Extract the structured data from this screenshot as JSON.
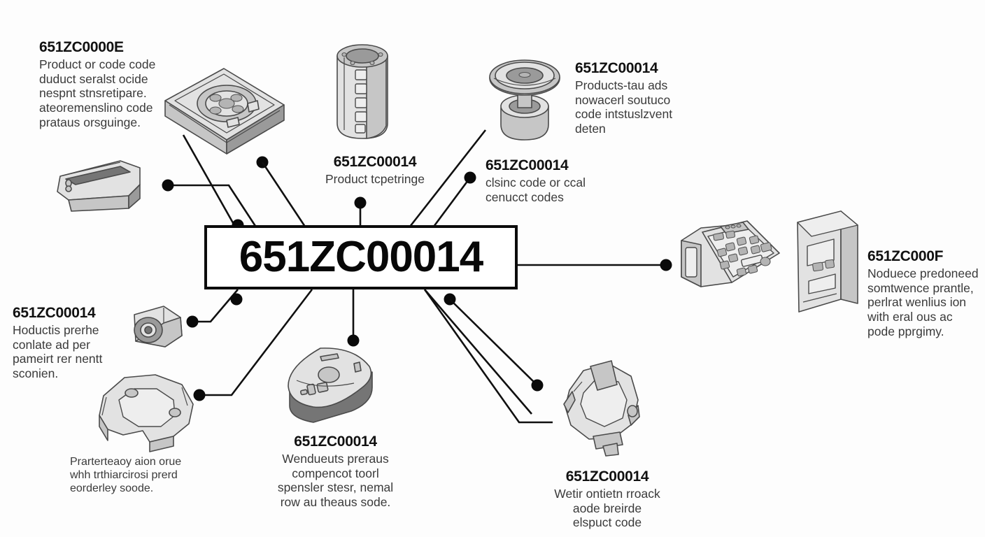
{
  "diagram": {
    "center": {
      "code": "651ZC00014"
    },
    "annotations": [
      {
        "id": "top-left",
        "code": "651ZC0000E",
        "desc": "Product or code code\nduduct seralst ocide\nnespnt stnsretipare.\nateoremenslino code\nprataus orsguinge."
      },
      {
        "id": "top-mid",
        "code": "651ZC00014",
        "desc": "Product tcpetringe"
      },
      {
        "id": "top-mid-right",
        "code": "651ZC00014",
        "desc": "clsinc code or ccal\ncenucct codes"
      },
      {
        "id": "top-right",
        "code": "651ZC00014",
        "desc": "Products-tau ads\nnowacerl soutuco\ncode intstuslzvent\ndeten"
      },
      {
        "id": "left",
        "code": "651ZC00014",
        "desc": "Hoductis prerhe\nconlate ad per\npameirt rer nentt\nsconien."
      },
      {
        "id": "right",
        "code": "651ZC000F",
        "desc": "Noduece predoneed\nsomtwence prantle,\nperlrat wenlius ion\nwith eral ous ac\npode pprgimy."
      },
      {
        "id": "bottom-left",
        "code": "",
        "desc": "Prarterteaoy aion orue\nwhh trthiarcirosi prerd\neorderley soode."
      },
      {
        "id": "bottom-mid",
        "code": "651ZC00014",
        "desc": "Wendueuts preraus\ncompencot toorl\nspensler stesr, nemal\nrow au theaus sode."
      },
      {
        "id": "bottom-right",
        "code": "651ZC00014",
        "desc": "Wetir ontietn rroack\naode breirde\nelspuct code"
      }
    ],
    "parts": [
      {
        "id": "card-reader-slot",
        "name": "card-reader-part"
      },
      {
        "id": "tray-module",
        "name": "tray-module-part"
      },
      {
        "id": "cylinder-module",
        "name": "cylinder-module-part"
      },
      {
        "id": "spool-module",
        "name": "spool-module-part"
      },
      {
        "id": "knob-module",
        "name": "knob-module-part"
      },
      {
        "id": "bracket-module",
        "name": "bracket-module-part"
      },
      {
        "id": "oval-housing",
        "name": "oval-housing-part"
      },
      {
        "id": "frame-clip",
        "name": "frame-clip-part"
      },
      {
        "id": "keypad-module",
        "name": "keypad-module-part"
      },
      {
        "id": "panel-module",
        "name": "panel-module-part"
      }
    ],
    "colors": {
      "line": "#101010",
      "node": "#0a0a0a",
      "box_border": "#0b0b0b",
      "text": "#111111",
      "desc_text": "#3a3a3a",
      "background": "#fdfdfd"
    }
  }
}
